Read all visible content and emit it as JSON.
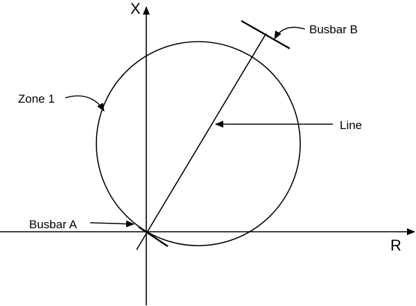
{
  "axes": {
    "x_axis_label": "X",
    "r_axis_label": "R"
  },
  "annotations": {
    "zone1_label": "Zone 1",
    "line_label": "Line",
    "busbar_a_label": "Busbar A",
    "busbar_b_label": "Busbar B"
  },
  "colors": {
    "stroke": "#000000",
    "background": "#ffffff"
  }
}
